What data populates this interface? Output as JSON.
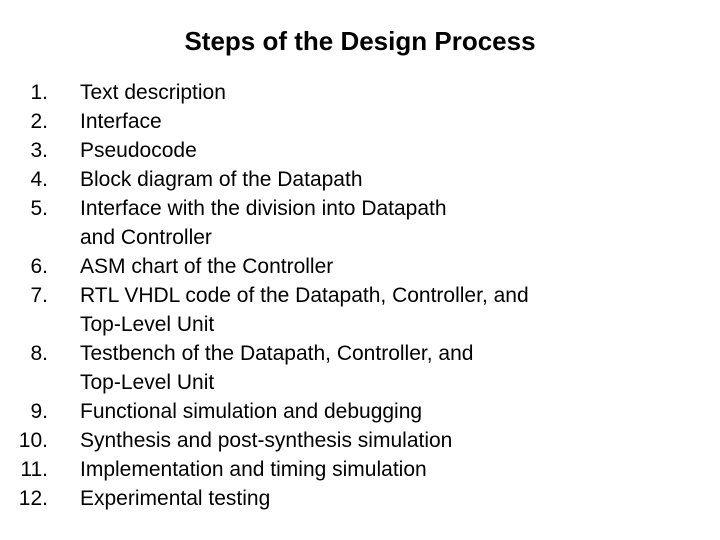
{
  "slide": {
    "title": "Steps of the Design Process",
    "background_color": "#ffffff",
    "text_color": "#000000",
    "steps": [
      {
        "number": "1.",
        "text": "Text description"
      },
      {
        "number": "2.",
        "text": "Interface"
      },
      {
        "number": "3.",
        "text": "Pseudocode"
      },
      {
        "number": "4.",
        "text": "Block diagram of the Datapath"
      },
      {
        "number": "5.",
        "text": "Interface with the division into Datapath\nand Controller"
      },
      {
        "number": "6.",
        "text": "ASM chart of the Controller"
      },
      {
        "number": "7.",
        "text": "RTL VHDL code of the Datapath, Controller, and\nTop-Level Unit"
      },
      {
        "number": "8.",
        "text": "Testbench of the Datapath, Controller, and\nTop-Level Unit"
      },
      {
        "number": "9.",
        "text": "Functional simulation and debugging"
      },
      {
        "number": "10.",
        "text": "Synthesis and post-synthesis simulation"
      },
      {
        "number": "11.",
        "text": "Implementation and timing simulation"
      },
      {
        "number": "12.",
        "text": "Experimental testing"
      }
    ]
  }
}
